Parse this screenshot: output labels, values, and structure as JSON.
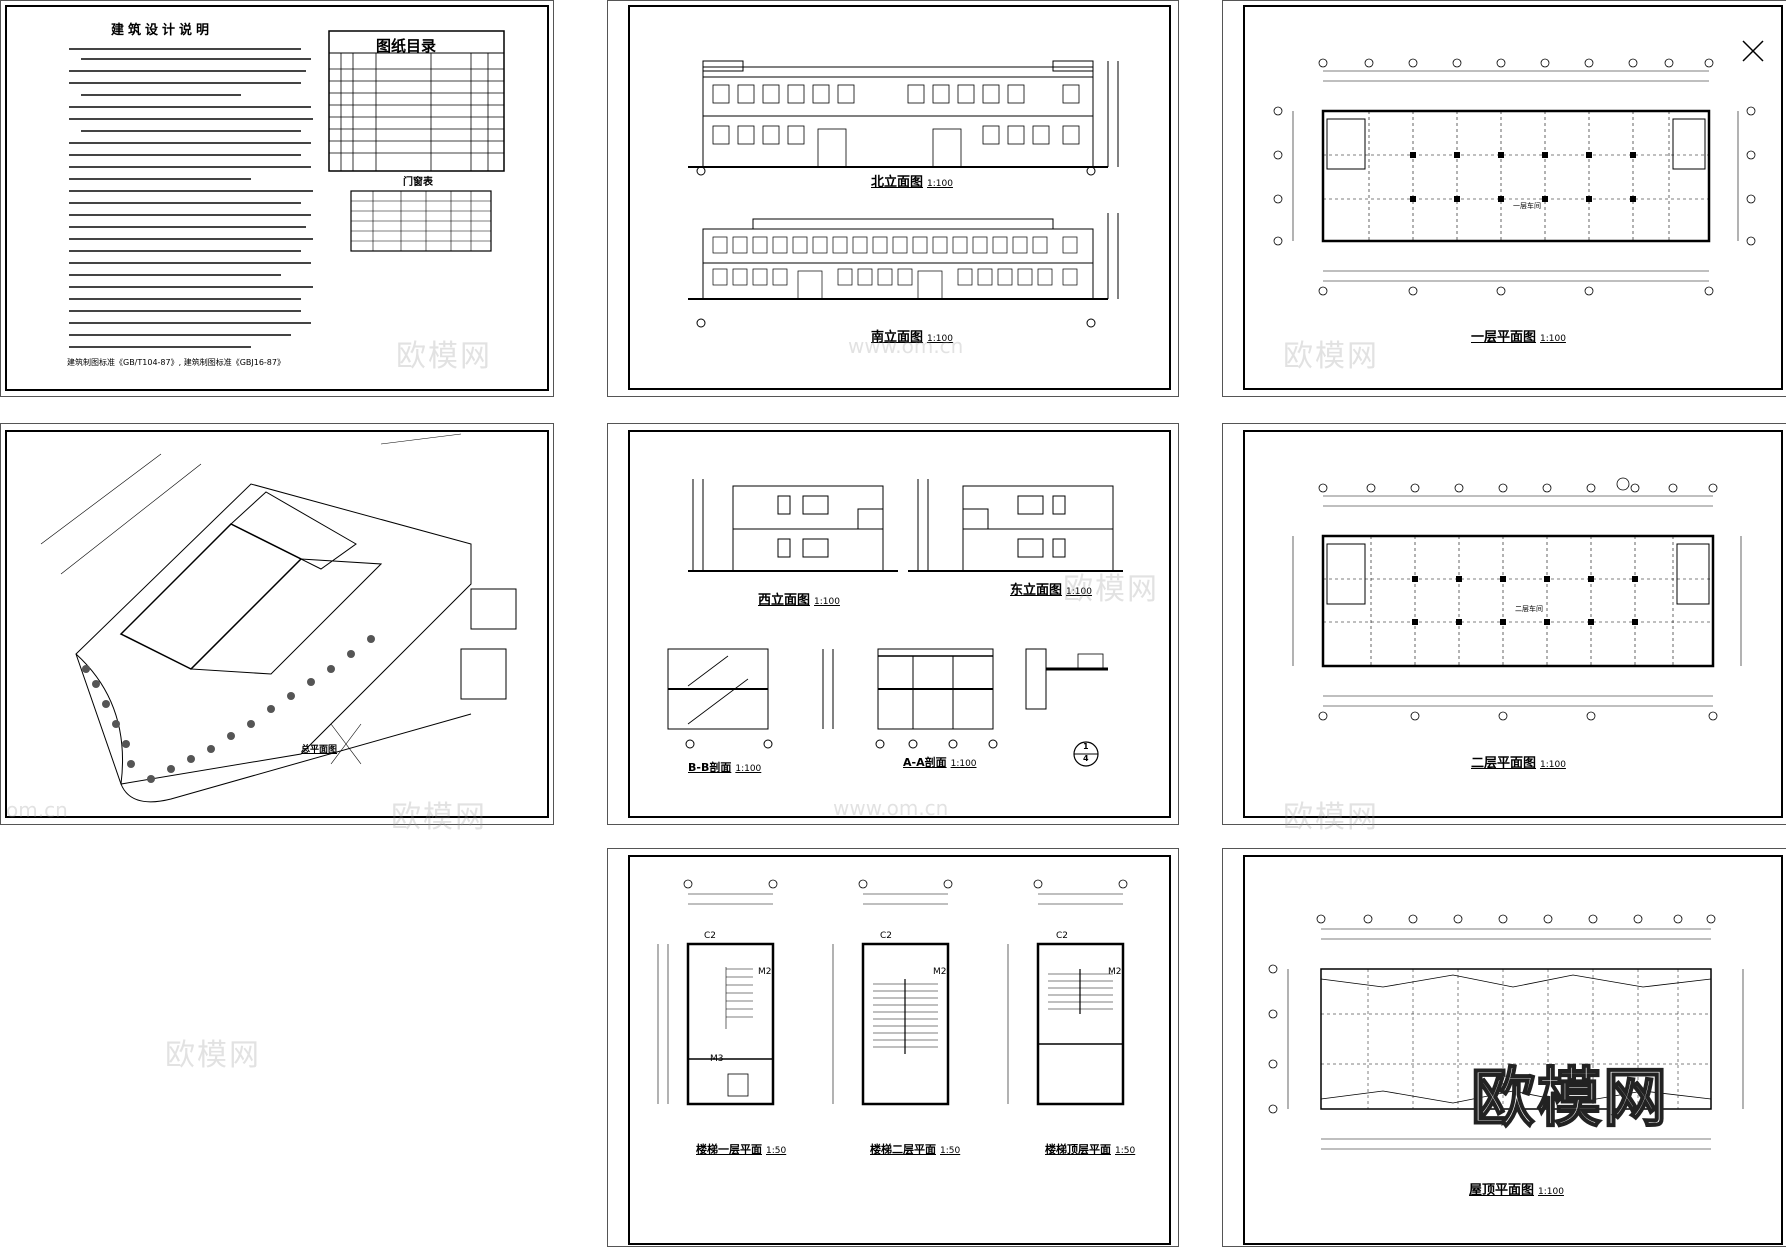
{
  "sheets": {
    "design_notes": {
      "title": "建筑设计说明",
      "standard_line": "建筑制图标准《GB/T104-87》, 建筑制图标准《GBJ16-87》"
    },
    "catalog": {
      "title": "图纸目录",
      "door_table_title": "门窗表"
    },
    "north_elevation": {
      "title": "北立面图",
      "scale": "1:100"
    },
    "south_elevation": {
      "title": "南立面图",
      "scale": "1:100"
    },
    "first_floor_plan": {
      "title": "一层平面图",
      "scale": "1:100",
      "room_label": "一层车间"
    },
    "site_plan": {
      "title": "总平面图"
    },
    "west_elevation": {
      "title": "西立面图",
      "scale": "1:100"
    },
    "east_elevation": {
      "title": "东立面图",
      "scale": "1:100"
    },
    "section_bb": {
      "title": "B-B剖面",
      "scale": "1:100"
    },
    "section_aa": {
      "title": "A-A剖面",
      "scale": "1:100"
    },
    "detail_mark": {
      "top": "1",
      "bottom": "4"
    },
    "second_floor_plan": {
      "title": "二层平面图",
      "scale": "1:100",
      "room_label": "二层车间"
    },
    "stair_first": {
      "title": "楼梯一层平面",
      "scale": "1:50"
    },
    "stair_second": {
      "title": "楼梯二层平面",
      "scale": "1:50"
    },
    "stair_top": {
      "title": "楼梯顶层平面",
      "scale": "1:50"
    },
    "roof_plan": {
      "title": "屋顶平面图",
      "scale": "1:100"
    }
  },
  "labels": {
    "window_c2": "C2",
    "door_m2": "M2",
    "door_m3": "M3"
  },
  "watermark": {
    "brand": "欧模网",
    "site": "www.om.cn",
    "site_short": "om.cn"
  },
  "colors": {
    "line": "#000000",
    "watermark": "#969696",
    "frame": "#555555"
  }
}
